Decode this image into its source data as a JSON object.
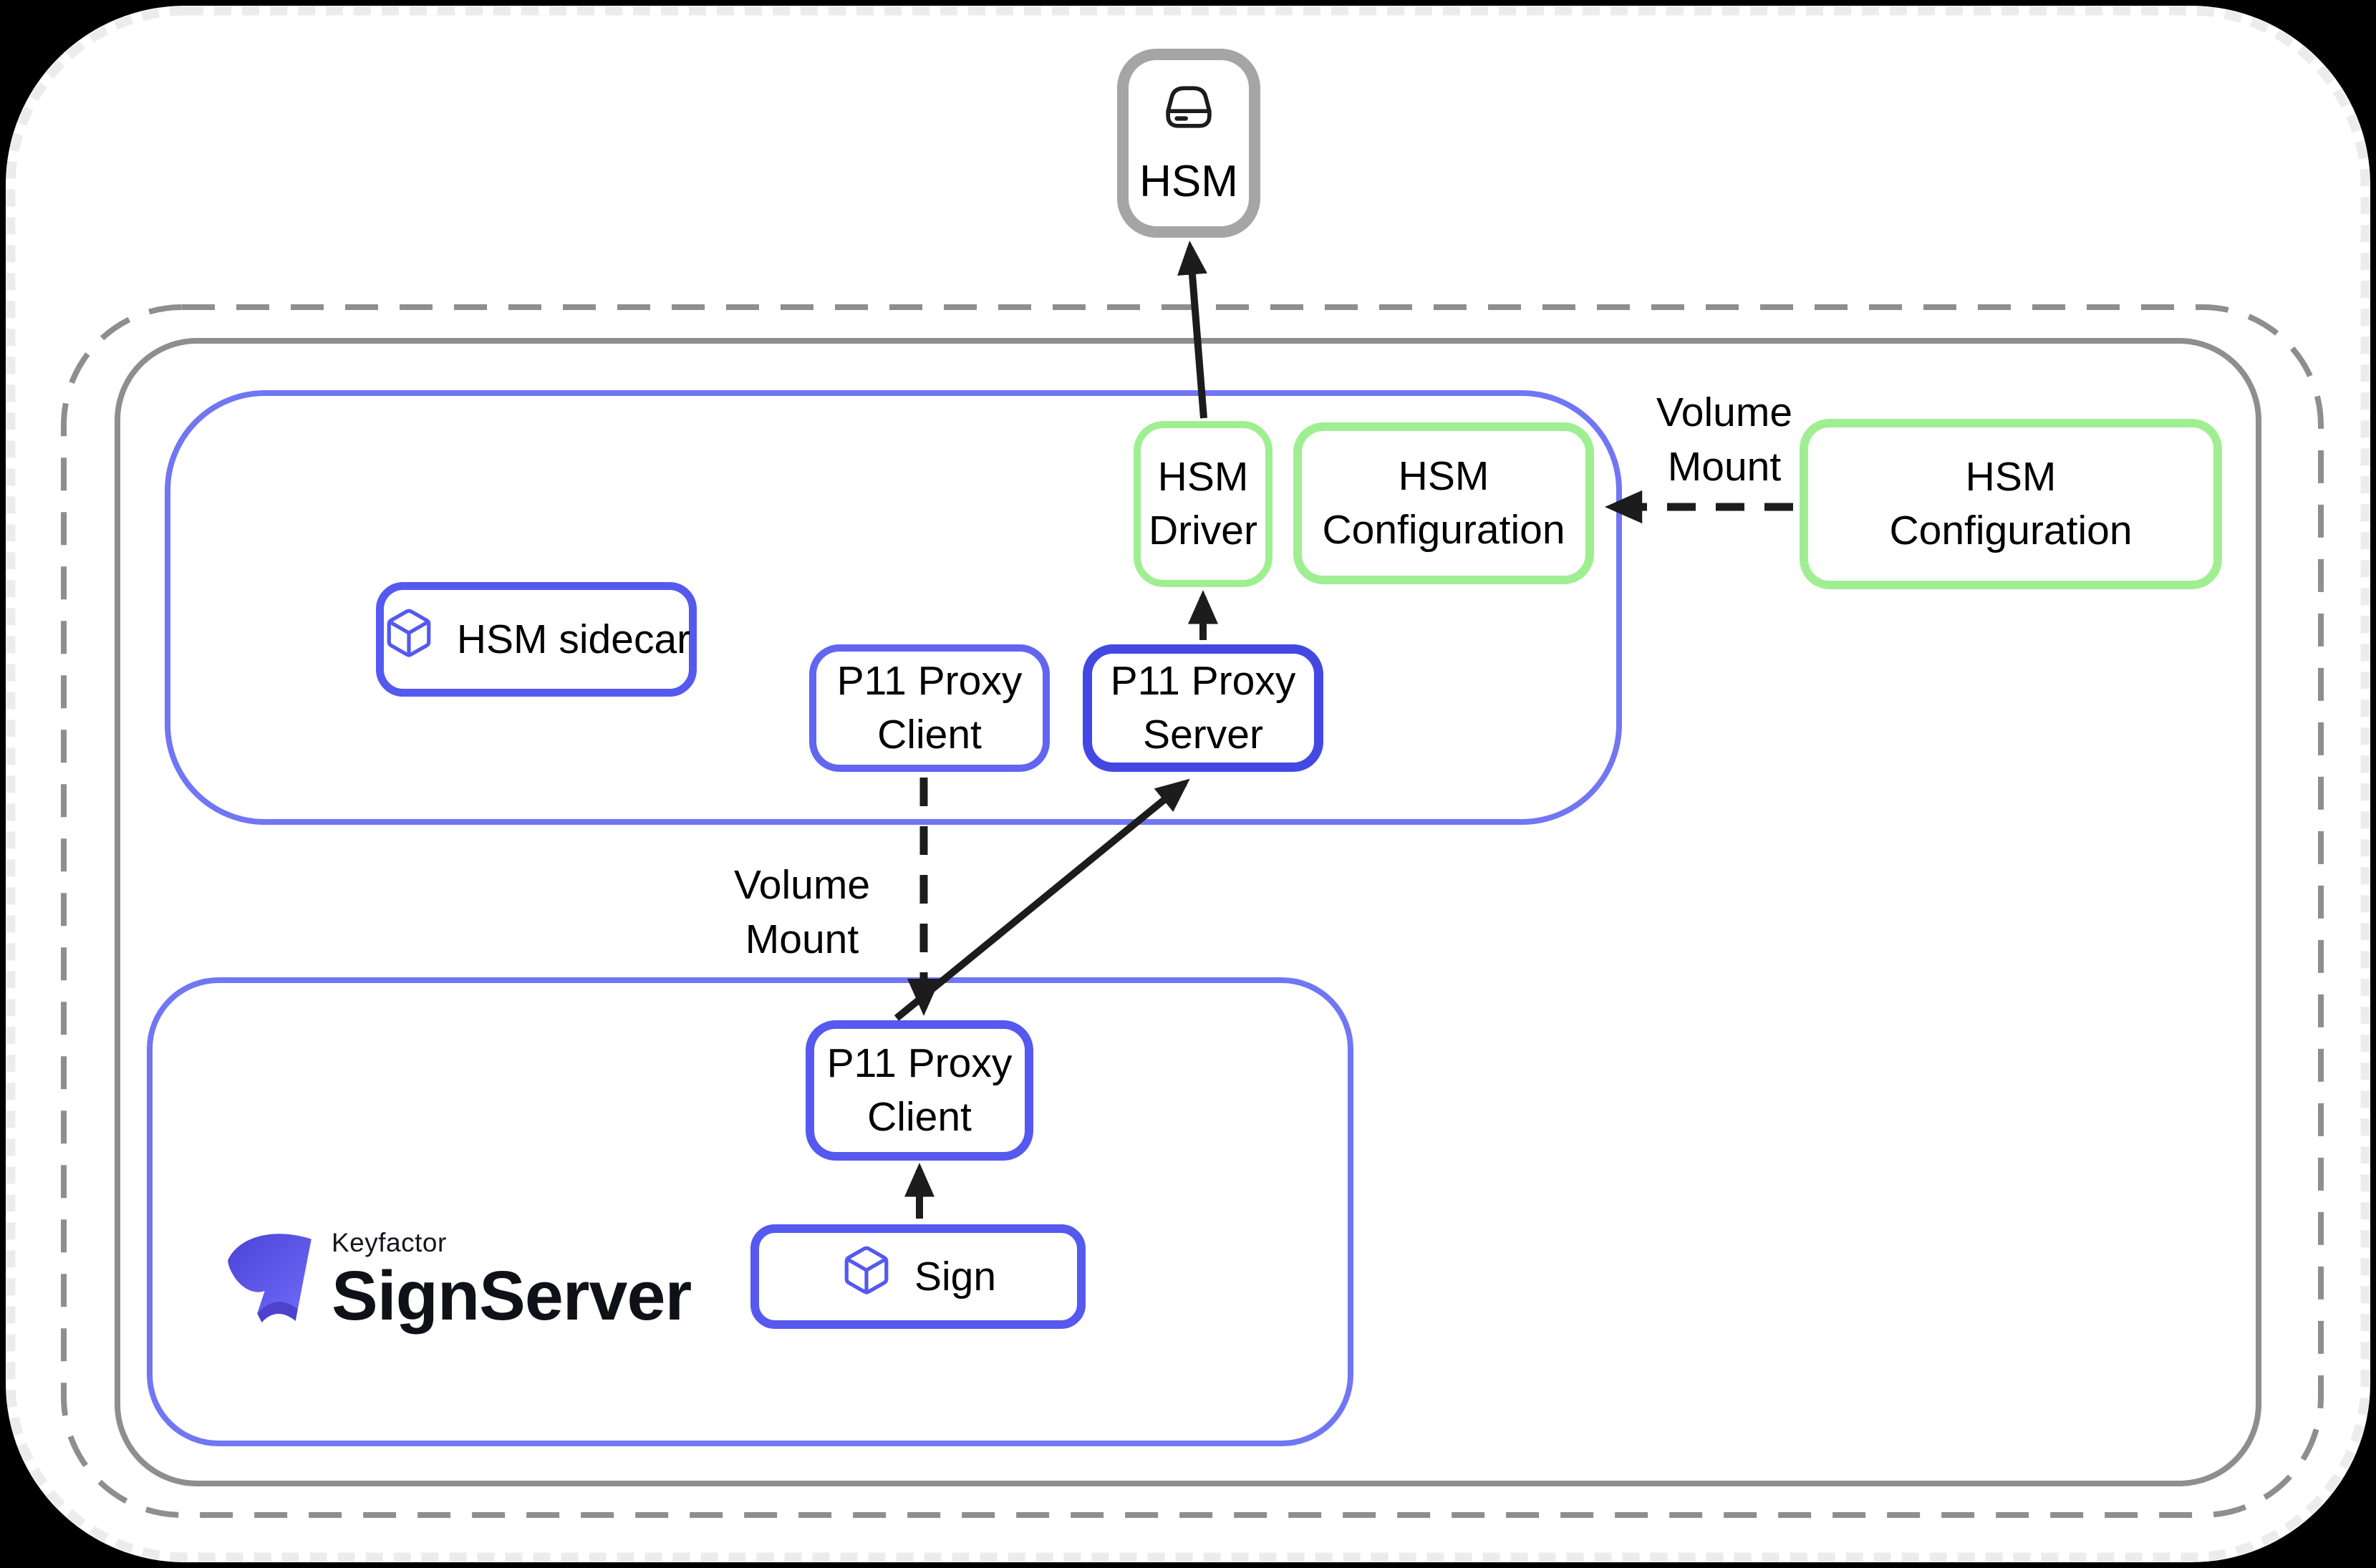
{
  "colors": {
    "node_blue": "#5559ef",
    "pod_blue": "#7176f3",
    "server_blue": "#4448e2",
    "green_border": "#9fef92",
    "cluster_gray": "#8e8e8e",
    "hsm_box_gray": "#a5a5a5",
    "arrow_black": "#1c1c1c",
    "card_edge_dash": "#ececec",
    "logo_indigo_dark": "#4b43d6",
    "logo_indigo_light": "#6f6af8"
  },
  "icons": {
    "hsm": "drive-icon",
    "hsm_sidecar": "cube-icon",
    "sign": "cube-icon"
  },
  "nodes": {
    "hsm": {
      "label": "HSM"
    },
    "hsm_driver": {
      "line1": "HSM",
      "line2": "Driver"
    },
    "hsm_config_inner": {
      "line1": "HSM",
      "line2": "Configuration"
    },
    "hsm_config_outer": {
      "line1": "HSM",
      "line2": "Configuration"
    },
    "hsm_sidecar": {
      "label": "HSM sidecar"
    },
    "p11_client_upper": {
      "line1": "P11 Proxy",
      "line2": "Client"
    },
    "p11_server": {
      "line1": "P11 Proxy",
      "line2": "Server"
    },
    "p11_client_lower": {
      "line1": "P11 Proxy",
      "line2": "Client"
    },
    "sign": {
      "label": "Sign"
    }
  },
  "labels": {
    "volume_mount_middle": {
      "line1": "Volume",
      "line2": "Mount"
    },
    "volume_mount_right": {
      "line1": "Volume",
      "line2": "Mount"
    }
  },
  "logo": {
    "brand": "Keyfactor",
    "product": "SignServer"
  }
}
